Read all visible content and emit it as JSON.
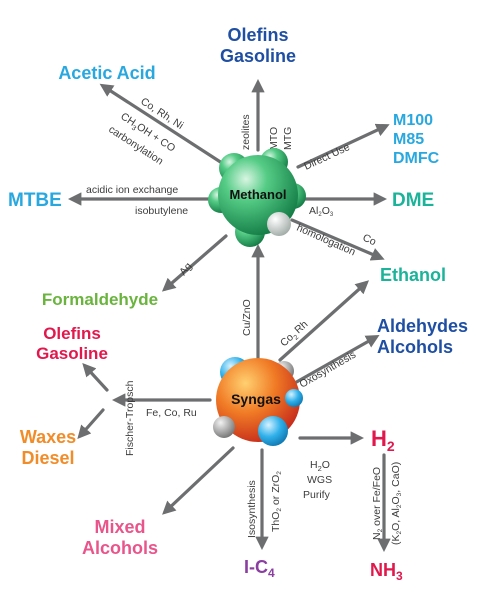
{
  "colors": {
    "arrow": "#6d6e70",
    "methanol_green": "#2fb86b",
    "syngas_red": "#e8401c",
    "light_blue": "#29a8e0",
    "dark_blue": "#1f4fa3",
    "teal": "#1bb39a",
    "green": "#6ab43e",
    "crimson": "#e0184d",
    "orange": "#f28c28",
    "pink": "#e9558a",
    "purple": "#8a3fa0"
  },
  "hubs": {
    "methanol": "Methanol",
    "syngas": "Syngas"
  },
  "products": {
    "olefins_gasoline_top_1": "Olefins",
    "olefins_gasoline_top_2": "Gasoline",
    "acetic_acid": "Acetic Acid",
    "m100": "M100",
    "m85": "M85",
    "dmfc": "DMFC",
    "mtbe": "MTBE",
    "dme": "DME",
    "ethanol": "Ethanol",
    "formaldehyde": "Formaldehyde",
    "olefins_gasoline_left_1": "Olefins",
    "olefins_gasoline_left_2": "Gasoline",
    "aldehydes": "Aldehydes",
    "alcohols": "Alcohols",
    "waxes": "Waxes",
    "diesel": "Diesel",
    "h2_main": "H",
    "h2_sub": "2",
    "mixed": "Mixed",
    "mixed_alcohols": "Alcohols",
    "ic4_main": "I-C",
    "ic4_sub": "4",
    "nh3_main": "NH",
    "nh3_sub": "3"
  },
  "edge_labels": {
    "zeolites": "zeolites",
    "mto": "MTO",
    "mtg": "MTG",
    "co_rh_ni": "Co, Rh, Ni",
    "ch3oh_co_1": "CH",
    "ch3oh_co_2": "3",
    "ch3oh_co_3": "OH + CO",
    "carbonylation": "carbonylation",
    "direct_use": "Direct Use",
    "acidic_ion_exchange": "acidic ion exchange",
    "isobutylene": "isobutylene",
    "al2o3_1": "Al",
    "al2o3_2": "2",
    "al2o3_3": "O",
    "al2o3_4": "3",
    "homologation": "homologation",
    "co": "Co",
    "ag": "Ag",
    "cu_zno": "Cu/ZnO",
    "co2rh_1": "Co",
    "co2rh_2": "2",
    "co2rh_3": "Rh",
    "oxosynthesis": "Oxosynthesis",
    "fischer_tropsch": "Fischer-Tropsch",
    "fe_co_ru": "Fe, Co, Ru",
    "h2o_1": "H",
    "h2o_2": "2",
    "h2o_3": "O",
    "wgs": "WGS",
    "purify": "Purify",
    "isosynthesis": "Isosynthesis",
    "tho2_1": "ThO",
    "tho2_2": "2",
    "tho2_3": " or ZrO",
    "tho2_4": "2",
    "n2_fe_1": "N",
    "n2_fe_2": "2",
    "n2_fe_3": " over Fe/FeO",
    "k2o_1": "(K",
    "k2o_2": "2",
    "k2o_3": "O, Al",
    "k2o_4": "2",
    "k2o_5": "O",
    "k2o_6": "3",
    "k2o_7": ", CaO)"
  }
}
